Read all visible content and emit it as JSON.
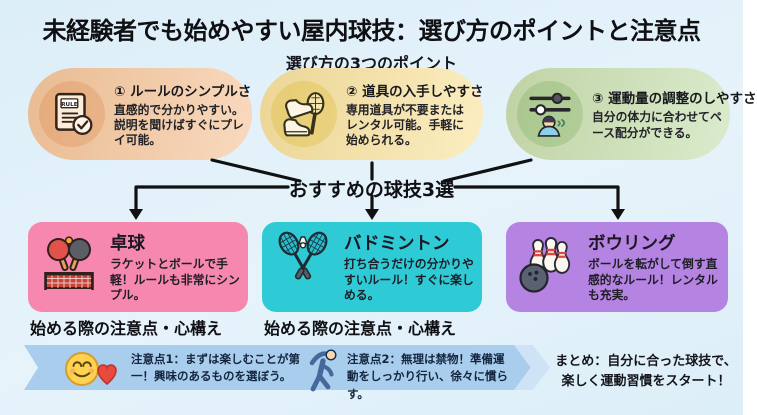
{
  "colors": {
    "background": "#dceef8",
    "point1_bg": "#f6c9a2",
    "point2_bg": "#f9e6a6",
    "point3_bg": "#c9e3b6",
    "sport1_bg": "#f687ae",
    "sport2_bg": "#2ecad6",
    "sport3_bg": "#b583e2",
    "caution_band_bg": "#a9cdec",
    "arrow_color": "#111111"
  },
  "header": {
    "title": "未経験者でも始めやすい屋内球技：選び方のポイントと注意点",
    "points_heading": "選び方の3つのポイント"
  },
  "points": [
    {
      "title": "① ルールのシンプルさ",
      "body": "直感的で分かりやすい。説明を聞けばすぐにプレイ可能。",
      "icon": "rulebook-check-icon"
    },
    {
      "title": "② 道具の入手しやすさ",
      "body": "専用道具が不要またはレンタル可能。手軽に始められる。",
      "icon": "shoes-racket-icon"
    },
    {
      "title": "③ 運動量の調整のしやすさ",
      "body": "自分の体力に合わせてペース配分ができる。",
      "icon": "slider-person-icon"
    }
  ],
  "recommendation": {
    "heading": "おすすめの球技3選"
  },
  "sports": [
    {
      "name": "卓球",
      "desc": "ラケットとボールで手軽！ルールも非常にシンプル。",
      "icon": "table-tennis-icon"
    },
    {
      "name": "バドミントン",
      "desc": "打ち合うだけの分かりやすいルール！すぐに楽しめる。",
      "icon": "badminton-icon"
    },
    {
      "name": "ボウリング",
      "desc": "ボールを転がして倒す直感的なルール！レンタルも充実。",
      "icon": "bowling-icon"
    }
  ],
  "cautions": {
    "heading_left": "始める際の注意点・心構え",
    "heading_right": "始める際の注意点・心構え",
    "items": [
      {
        "text": "注意点1：まずは楽しむことが第一！興味のあるものを選ぼう。",
        "icon": "smiley-heart-icon"
      },
      {
        "text": "注意点2：無理は禁物！準備運動をしっかり行い、徐々に慣らす。",
        "icon": "stretching-person-icon"
      }
    ]
  },
  "summary": {
    "line1": "まとめ：自分に合った球技で、",
    "line2": "楽しく運動習慣をスタート！"
  }
}
